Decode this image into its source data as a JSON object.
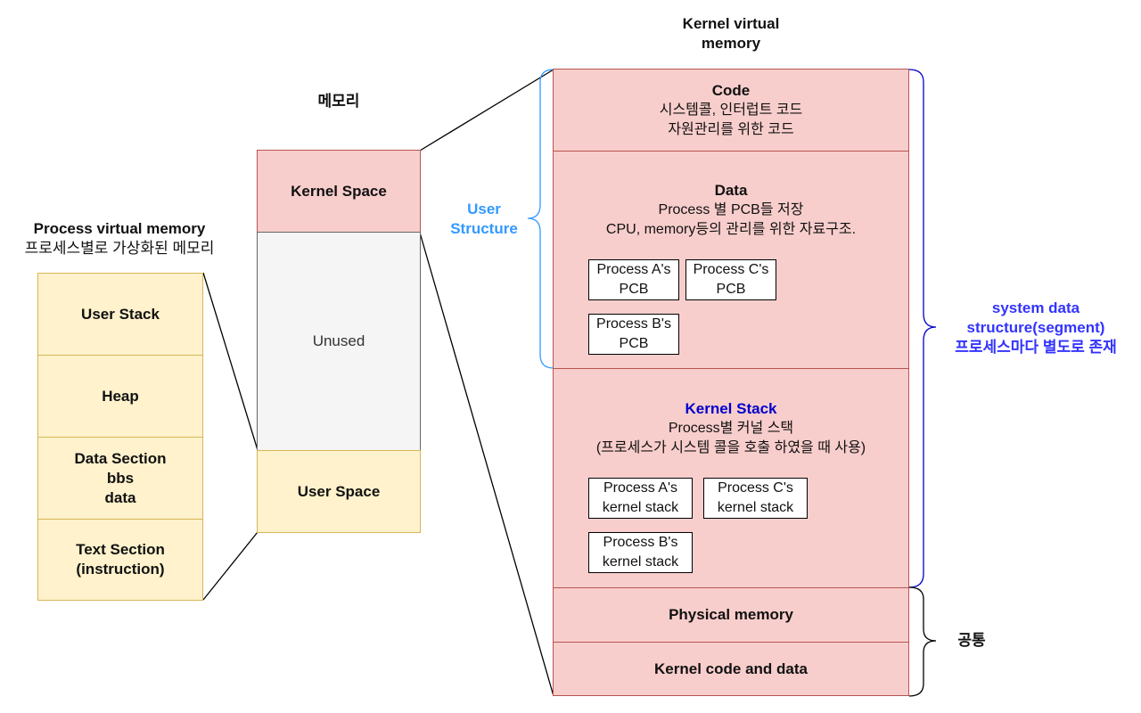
{
  "process_memory": {
    "title": "Process virtual memory",
    "subtitle": "프로세스별로 가상화된 메모리",
    "cells": [
      {
        "lines": [
          "User Stack"
        ]
      },
      {
        "lines": [
          "Heap"
        ]
      },
      {
        "lines": [
          "Data Section",
          "bbs",
          "data"
        ]
      },
      {
        "lines": [
          "Text Section",
          "(instruction)"
        ]
      }
    ]
  },
  "memory": {
    "title": "메모리",
    "kernel_space": "Kernel Space",
    "unused": "Unused",
    "user_space": "User Space"
  },
  "kernel_vm": {
    "title_line1": "Kernel virtual",
    "title_line2": "memory",
    "code": {
      "heading": "Code",
      "lines": [
        "시스템콜, 인터럽트 코드",
        "자원관리를 위한 코드"
      ]
    },
    "data": {
      "heading": "Data",
      "lines": [
        "Process 별 PCB들 저장",
        "CPU, memory등의 관리를 위한 자료구조."
      ],
      "pcbs": [
        {
          "line1": "Process A's",
          "line2": "PCB"
        },
        {
          "line1": "Process C's",
          "line2": "PCB"
        },
        {
          "line1": "Process B's",
          "line2": "PCB"
        }
      ]
    },
    "kernel_stack": {
      "heading": "Kernel Stack",
      "lines": [
        "Process별 커널 스택",
        "(프로세스가 시스템 콜을 호출 하였을 때 사용)"
      ],
      "stacks": [
        {
          "line1": "Process A's",
          "line2": "kernel stack"
        },
        {
          "line1": "Process C's",
          "line2": "kernel stack"
        },
        {
          "line1": "Process B's",
          "line2": "kernel stack"
        }
      ]
    },
    "physical_memory": "Physical memory",
    "kernel_code_data": "Kernel code and data"
  },
  "annotations": {
    "user_structure_line1": "User",
    "user_structure_line2": "Structure",
    "system_data_line1": "system data",
    "system_data_line2": "structure(segment)",
    "system_data_line3": "프로세스마다 별도로 존재",
    "common": "공통"
  },
  "colors": {
    "yellow_fill": "#fff2cc",
    "red_fill": "#f8cecc",
    "gray_fill": "#f5f5f5",
    "user_structure_blue": "#3399ff",
    "system_data_blue": "#3333ff",
    "kernel_stack_blue": "#0000cc",
    "brace_blue_light": "#3399ff",
    "brace_blue_dark": "#0000cc"
  }
}
